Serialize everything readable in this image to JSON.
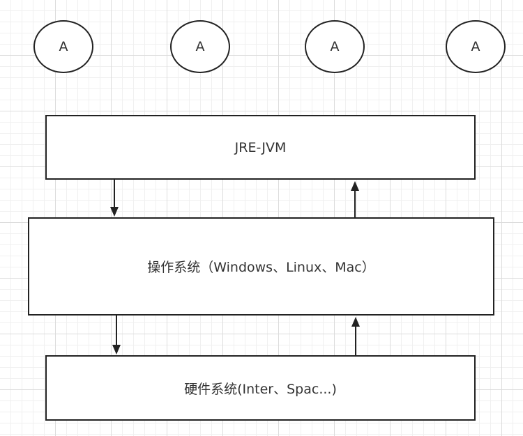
{
  "circles": [
    {
      "label": "A"
    },
    {
      "label": "A"
    },
    {
      "label": "A"
    },
    {
      "label": "A"
    }
  ],
  "boxes": {
    "jre": {
      "label": "JRE-JVM"
    },
    "os": {
      "label": "操作系统（Windows、Linux、Mac）"
    },
    "hardware": {
      "label": "硬件系统(Inter、Spac...)"
    }
  },
  "colors": {
    "stroke": "#222222",
    "text": "#333333",
    "grid_major": "#dcdcdc",
    "grid_minor": "#f0f0f0",
    "background": "#ffffff"
  }
}
